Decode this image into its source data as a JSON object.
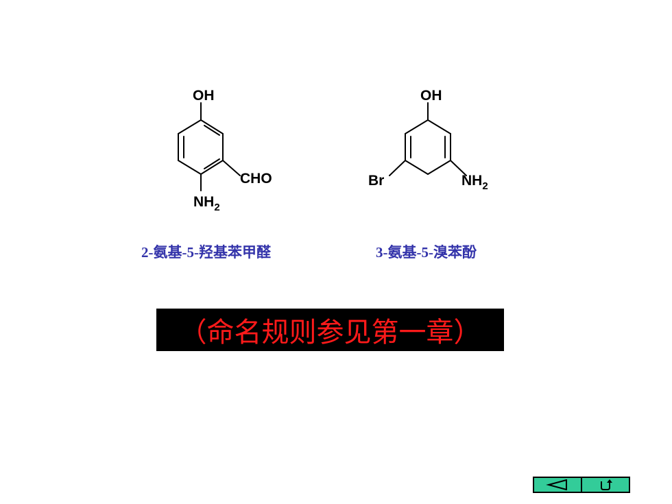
{
  "molecule1": {
    "oh": "OH",
    "cho": "CHO",
    "nh": "NH",
    "nh_sub": "2",
    "name": "2-氨基-5-羟基苯甲醛"
  },
  "molecule2": {
    "oh": "OH",
    "br": "Br",
    "nh": "NH",
    "nh_sub": "2",
    "name": "3-氨基-5-溴苯酚"
  },
  "note": "（命名规则参见第一章）",
  "nav": {
    "prev_icon": "triangle-left-icon",
    "return_icon": "return-arrow-icon",
    "button_color": "#33cc99"
  },
  "colors": {
    "name_text": "#3333aa",
    "note_text": "#ff1a1a",
    "note_bg": "#000000"
  }
}
